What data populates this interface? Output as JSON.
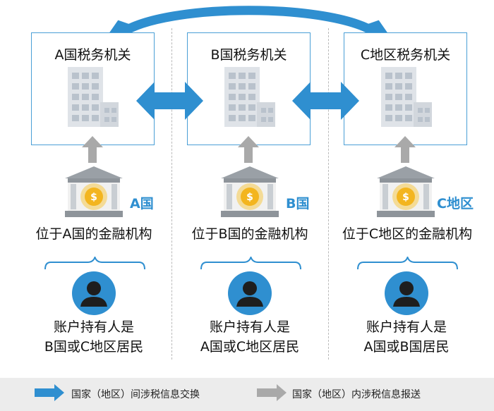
{
  "colors": {
    "accent_blue": "#2f8fd0",
    "arrow_gray": "#a9a9a9",
    "box_border": "#4a9fd6",
    "footer_bg": "#ececec"
  },
  "columns": [
    {
      "authority": "A国税务机关",
      "country_label": "A国",
      "institution": "位于A国的金融机构",
      "holder_line1": "账户持有人是",
      "holder_line2": "B国或C地区居民"
    },
    {
      "authority": "B国税务机关",
      "country_label": "B国",
      "institution": "位于B国的金融机构",
      "holder_line1": "账户持有人是",
      "holder_line2": "A国或C地区居民"
    },
    {
      "authority": "C地区税务机关",
      "country_label": "C地区",
      "institution": "位于C地区的金融机构",
      "holder_line1": "账户持有人是",
      "holder_line2": "A国或B国居民"
    }
  ],
  "icons": {
    "building": "office-building-icon",
    "bank": "bank-icon",
    "person": "person-icon",
    "exchange": "double-arrow-icon",
    "report": "up-arrow-icon"
  },
  "legend": {
    "exchange_label": "国家（地区）间涉税信息交换",
    "domestic_label": "国家（地区）内涉税信息报送"
  }
}
